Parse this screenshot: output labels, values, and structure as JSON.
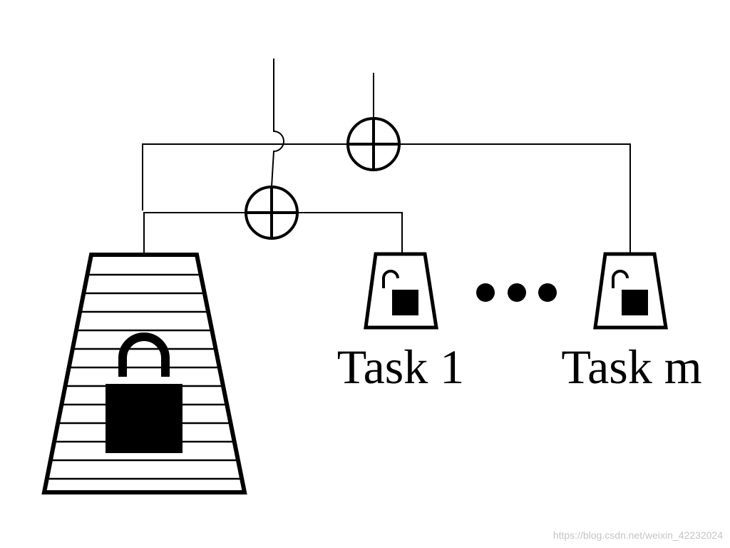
{
  "diagram": {
    "colors": {
      "ink": "#000000",
      "background": "#ffffff",
      "watermark": "#c4c4c4"
    },
    "shared_model": {
      "locked": true,
      "icon": "lock-closed-icon"
    },
    "tasks": [
      {
        "label": "Task 1",
        "locked": false,
        "icon": "lock-open-icon"
      },
      {
        "label": "Task m",
        "locked": false,
        "icon": "lock-open-icon"
      }
    ],
    "ellipsis": "•••",
    "combiners": [
      {
        "symbol": "⊕",
        "icon": "xor-sum-icon"
      },
      {
        "symbol": "⊕",
        "icon": "xor-sum-icon"
      }
    ],
    "watermark": "https://blog.csdn.net/weixin_42232024"
  }
}
